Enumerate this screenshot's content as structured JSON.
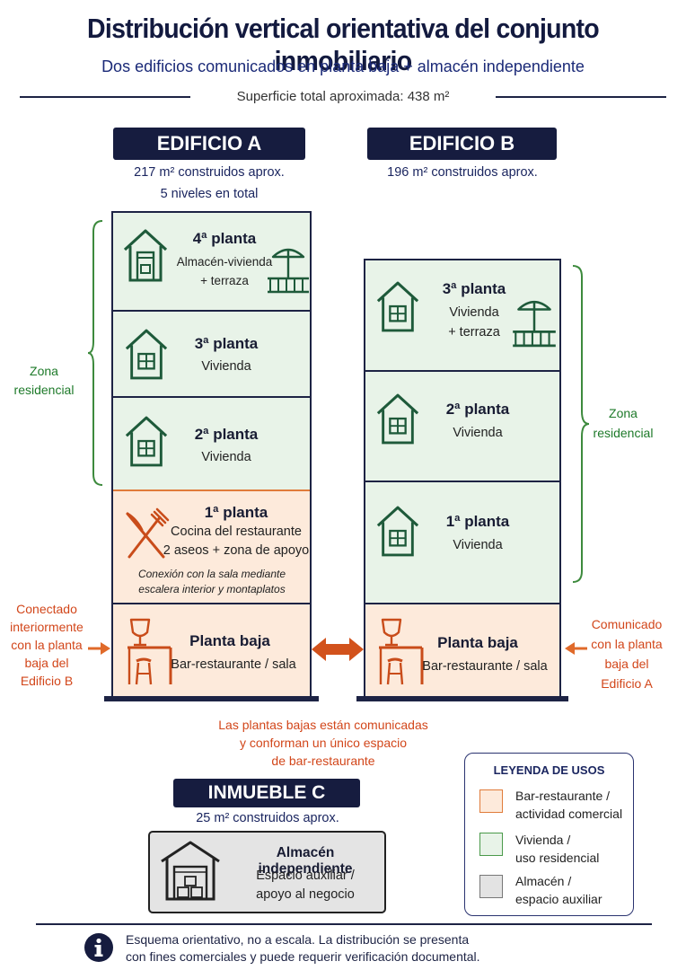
{
  "header": {
    "title": "Distribución vertical orientativa del conjunto inmobiliario",
    "subtitle": "Dos edificios comunicados en planta baja + almacén independiente",
    "surface": "Superficie total aproximada: 438 m²"
  },
  "building_a": {
    "label": "EDIFICIO A",
    "area": "217 m² construidos aprox.",
    "levels": "5 niveles en total",
    "floors": {
      "f4": {
        "title": "4ª planta",
        "line1": "Almacén-vivienda",
        "line2": "+ terraza"
      },
      "f3": {
        "title": "3ª planta",
        "line1": "Vivienda"
      },
      "f2": {
        "title": "2ª planta",
        "line1": "Vivienda"
      },
      "f1": {
        "title": "1ª planta",
        "line1": "Cocina del restaurante",
        "line2": "2 aseos + zona de apoyo",
        "note1": "Conexión con la sala mediante",
        "note2": "escalera interior y montaplatos"
      },
      "ground": {
        "title": "Planta baja",
        "line1": "Bar-restaurante / sala"
      }
    },
    "zone_label_1": "Zona",
    "zone_label_2": "residencial",
    "connection": [
      "Conectado",
      "interiormente",
      "con la planta",
      "baja del",
      "Edificio B"
    ]
  },
  "building_b": {
    "label": "EDIFICIO B",
    "area": "196 m² construidos aprox.",
    "floors": {
      "f3": {
        "title": "3ª planta",
        "line1": "Vivienda",
        "line2": "+ terraza"
      },
      "f2": {
        "title": "2ª planta",
        "line1": "Vivienda"
      },
      "f1": {
        "title": "1ª planta",
        "line1": "Vivienda"
      },
      "ground": {
        "title": "Planta baja",
        "line1": "Bar-restaurante / sala"
      }
    },
    "zone_label_1": "Zona",
    "zone_label_2": "residencial",
    "connection": [
      "Comunicado",
      "con la planta",
      "baja del",
      "Edificio A"
    ]
  },
  "ground_note": [
    "Las plantas bajas están comunicadas",
    "y conforman un único espacio",
    "de bar-restaurante"
  ],
  "building_c": {
    "label": "INMUEBLE C",
    "area": "25 m² construidos aprox.",
    "title": "Almacén independiente",
    "line1": "Espacio auxiliar /",
    "line2": "apoyo al negocio"
  },
  "legend": {
    "title": "LEYENDA DE USOS",
    "items": [
      {
        "line1": "Bar-restaurante /",
        "line2": "actividad comercial",
        "color": "#fdeadb",
        "border": "#e07b3a"
      },
      {
        "line1": "Vivienda /",
        "line2": "uso residencial",
        "color": "#e8f3e8",
        "border": "#4a9a4a"
      },
      {
        "line1": "Almacén /",
        "line2": "espacio auxiliar",
        "color": "#e3e3e3",
        "border": "#777777"
      }
    ]
  },
  "footer": {
    "line1": "Esquema orientativo, no a escala. La distribución se presenta",
    "line2": "con fines comerciales y puede requerir verificación documental."
  },
  "colors": {
    "navy": "#161c3f",
    "orange": "#e07b3a",
    "green": "#1e7a2a",
    "residential": "#e8f3e8",
    "commercial": "#fdeadb",
    "storage": "#e3e3e3"
  }
}
